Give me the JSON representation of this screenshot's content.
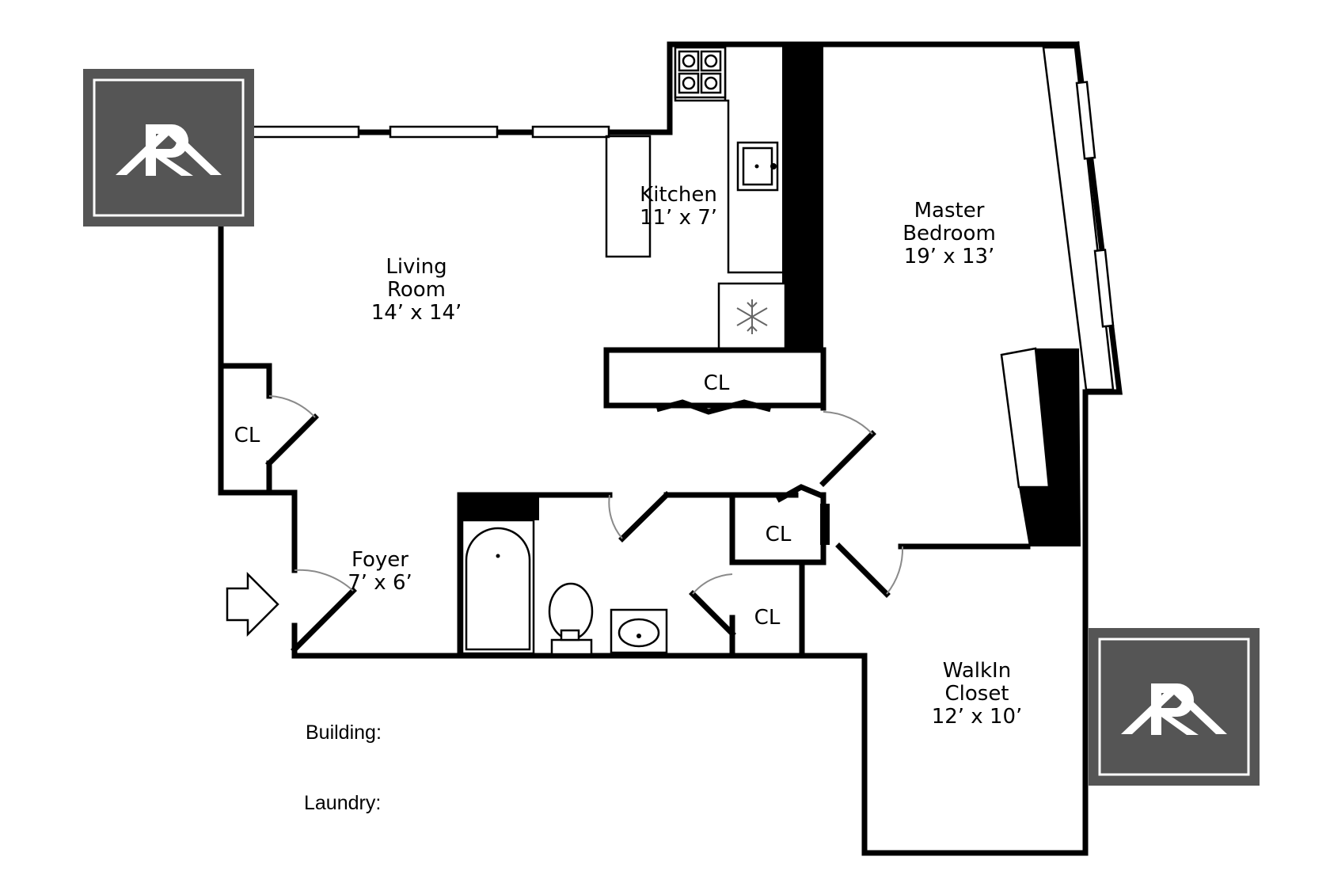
{
  "rooms": {
    "living_room": {
      "name_line1": "Living",
      "name_line2": "Room",
      "size": "14’ x 14’"
    },
    "kitchen": {
      "name": "Kitchen",
      "size": "11’ x 7’"
    },
    "master_bedroom": {
      "name_line1": "Master",
      "name_line2": "Bedroom",
      "size": "19’ x 13’"
    },
    "foyer": {
      "name": "Foyer",
      "size": "7’ x 6’"
    },
    "walkin_closet": {
      "name_line1": "WalkIn",
      "name_line2": "Closet",
      "size": "12’ x 10’"
    }
  },
  "closets": {
    "living_left": "CL",
    "kitchen_hall": "CL",
    "hall_upper": "CL",
    "hall_lower": "CL"
  },
  "notes": {
    "building": "Building:",
    "laundry": "Laundry:"
  },
  "logo": {
    "monogram": "RA",
    "color": "#555555"
  }
}
